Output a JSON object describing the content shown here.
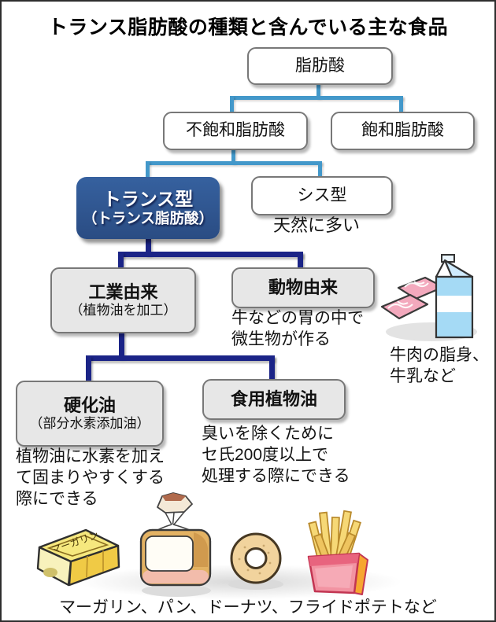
{
  "title": "トランス脂肪酸の種類と含んでいる主な食品",
  "colors": {
    "light_blue_line": "#4398ca",
    "navy_line": "#1b2487",
    "trans_box_fill": "#2e5590",
    "gray_box_fill": "#e7e7e7",
    "box_border": "#787878"
  },
  "tree": {
    "fatty_acid": {
      "label": "脂肪酸"
    },
    "unsaturated": {
      "label": "不飽和脂肪酸"
    },
    "saturated": {
      "label": "飽和脂肪酸"
    },
    "trans": {
      "label": "トランス型",
      "sublabel": "（トランス脂肪酸）"
    },
    "cis": {
      "label": "シス型",
      "note": "天然に多い"
    },
    "industrial": {
      "label": "工業由来",
      "sublabel": "（植物油を加工）"
    },
    "animal": {
      "label": "動物由来",
      "note": "牛などの胃の中で\n微生物が作る"
    },
    "hardened": {
      "label": "硬化油",
      "sublabel": "（部分水素添加油）",
      "note": "植物油に水素を加え\nて固まりやすくする\n際にできる"
    },
    "edible": {
      "label": "食用植物油",
      "note": "臭いを除くために\nセ氏200度以上で\n処理する際にできる"
    }
  },
  "illustrations": {
    "beef_milk_caption": "牛肉の脂身、\n牛乳など",
    "margarine_label": "マーガリン",
    "bottom_caption": "マーガリン、パン、ドーナツ、フライドポテトなど"
  }
}
